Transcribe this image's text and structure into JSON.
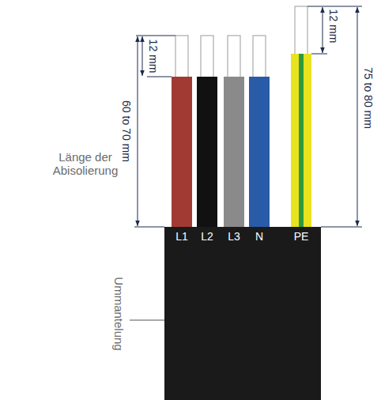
{
  "diagram": {
    "labels": [
      "Länge der Abisolierung",
      "12 mm",
      "60 to 70 mm",
      "L1",
      "L2",
      "L3",
      "N",
      "PE",
      "12 mm",
      "75 to 80 mm",
      "Ummantelung"
    ]
  }
}
